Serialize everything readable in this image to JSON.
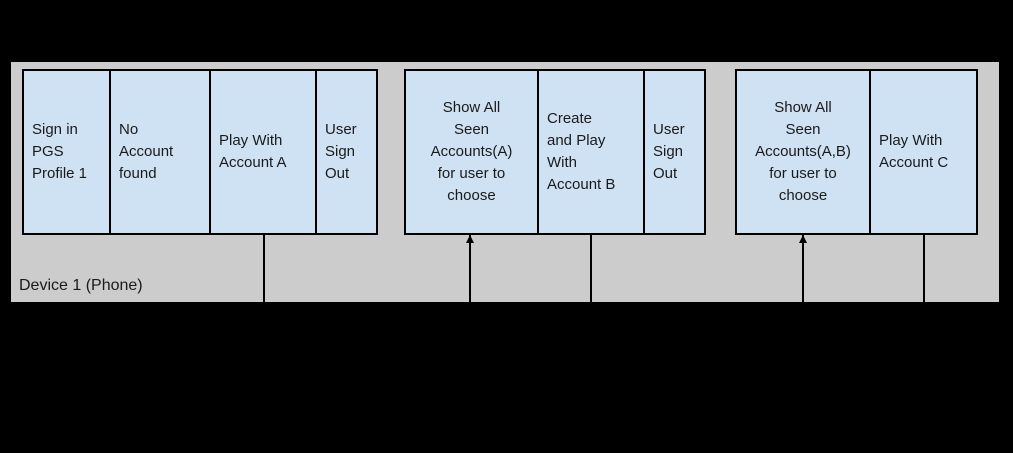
{
  "colors": {
    "background": "#000000",
    "band_fill": "#cccccc",
    "box_fill": "#cfe2f3",
    "box_border": "#000000",
    "text": "#1a1a1a"
  },
  "device_band": {
    "label": "Device 1 (Phone)"
  },
  "groups": [
    {
      "id": "session-1",
      "boxes": [
        {
          "text": "Sign in\nPGS\nProfile 1",
          "align": "left"
        },
        {
          "text": "No\nAccount\nfound",
          "align": "left"
        },
        {
          "text": "Play With\nAccount A",
          "align": "left"
        },
        {
          "text": "User\nSign\nOut",
          "align": "left"
        }
      ]
    },
    {
      "id": "session-2",
      "boxes": [
        {
          "text": "Show All\nSeen\nAccounts(A)\nfor user to\nchoose",
          "align": "center"
        },
        {
          "text": "Create\nand Play\nWith\nAccount B",
          "align": "left"
        },
        {
          "text": "User\nSign\nOut",
          "align": "left"
        }
      ]
    },
    {
      "id": "session-3",
      "boxes": [
        {
          "text": "Show All\nSeen\nAccounts(A,B)\nfor user to\nchoose",
          "align": "center"
        },
        {
          "text": "Play With\nAccount C",
          "align": "left"
        }
      ]
    }
  ],
  "connectors": [
    {
      "type": "line-down",
      "from": "Play With Account A"
    },
    {
      "type": "arrow-up",
      "to": "Show All Seen Accounts(A) for user to choose"
    },
    {
      "type": "line-down",
      "from": "Create and Play With Account B"
    },
    {
      "type": "arrow-up",
      "to": "Show All Seen Accounts(A,B) for user to choose"
    },
    {
      "type": "line-down",
      "from": "Play With Account C"
    }
  ]
}
